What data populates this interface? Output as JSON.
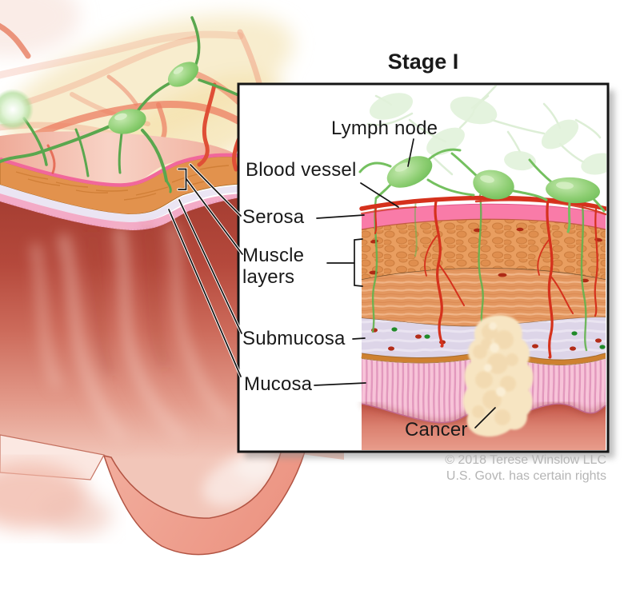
{
  "inset": {
    "title": "Stage I"
  },
  "labels": {
    "lymph_node": "Lymph node",
    "blood_vessel": "Blood vessel",
    "serosa": "Serosa",
    "muscle_layers": "Muscle layers",
    "submucosa": "Submucosa",
    "mucosa": "Mucosa",
    "cancer": "Cancer"
  },
  "credit": {
    "line1": "© 2018 Terese Winslow LLC",
    "line2": "U.S. Govt. has certain rights"
  },
  "colors": {
    "label_text": "#1a1a1a",
    "credit_gray": "#b5b5b5",
    "lymph_node_green": "#7CC561",
    "vessel_red": "#D5311C",
    "serosa_pink": "#F97BA8",
    "muscle_orange": "#E8995A",
    "submucosa_lavender": "#DDD5E8",
    "mucosa_pink": "#F7C3D8",
    "cancer_cream": "#F7E5C2",
    "lumen_red": "#BE4B3E"
  }
}
